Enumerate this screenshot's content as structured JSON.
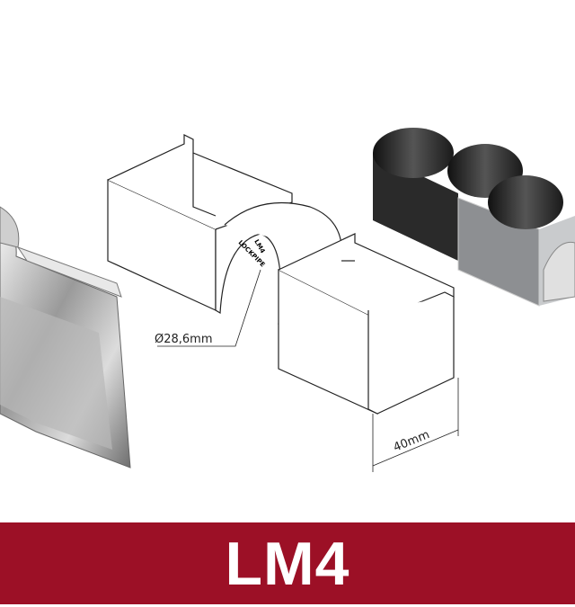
{
  "product": {
    "name": "LM4",
    "engraving_line1": "LM4",
    "engraving_line2": "LOCKPIPE"
  },
  "drawing": {
    "diameter_label": "Ø28,6mm",
    "width_label": "40mm"
  },
  "colors": {
    "banner": "#9c1026",
    "banner_text": "#ffffff"
  }
}
